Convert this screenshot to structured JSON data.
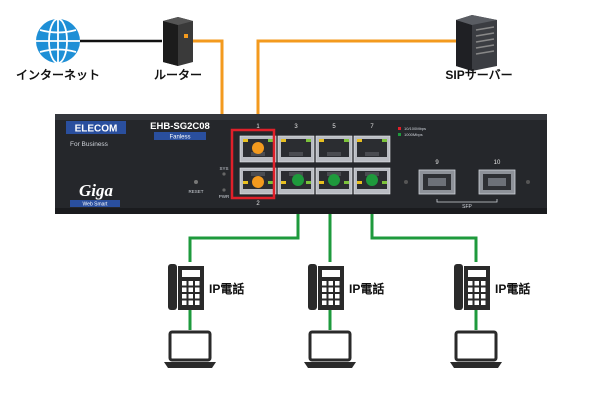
{
  "labels": {
    "internet": "インターネット",
    "router": "ルーター",
    "sip_server": "SIPサーバー",
    "ip_phone_label": "IP電話"
  },
  "device": {
    "brand": "ELECOM",
    "tagline": "For Business",
    "model": "EHB-SG2C08",
    "badge": "Fanless",
    "series": "Giga",
    "series_sub": "Web Smart",
    "reset_label": "RESET",
    "sys_label": "SYS",
    "pwr_label": "PWR",
    "port_numbers_top": [
      "1",
      "3",
      "5",
      "7"
    ],
    "port_numbers_bottom": [
      "2"
    ],
    "sfp_numbers": [
      "9",
      "10"
    ],
    "sfp_label": "SFP",
    "legend_speed_1": "10/100Mbps",
    "legend_speed_2": "1000Mbps"
  },
  "colors": {
    "uplink_line": "#f39a1e",
    "phone_line": "#1e9a3c",
    "internet_line": "#111111",
    "highlight_box": "#e0202a",
    "chassis": "#25272b",
    "brand_badge": "#2a4f9e",
    "globe": "#1e8fd6"
  },
  "phones": [
    {
      "label": "IP電話"
    },
    {
      "label": "IP電話"
    },
    {
      "label": "IP電話"
    }
  ]
}
